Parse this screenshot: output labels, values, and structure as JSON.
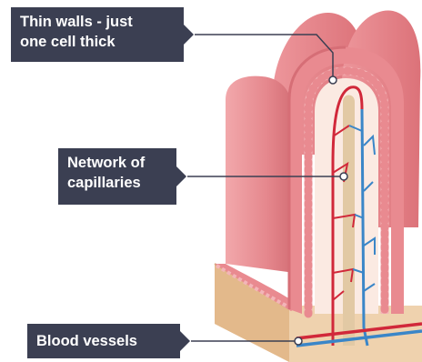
{
  "labels": {
    "thin_walls": "Thin walls - just\none cell thick",
    "capillaries": "Network of\ncapillaries",
    "blood_vessels": "Blood vessels"
  },
  "colors": {
    "label_bg": "#3b3f52",
    "tissue_pink": "#e98a90",
    "tissue_light": "#f6c3c4",
    "cell_layer": "#f3b5b8",
    "interior": "#fbeae2",
    "lacteal": "#e2c9a4",
    "artery_red": "#d1283a",
    "vein_blue": "#3a86c8",
    "base_tan": "#efd2ae",
    "base_dark": "#d6ab7e"
  }
}
